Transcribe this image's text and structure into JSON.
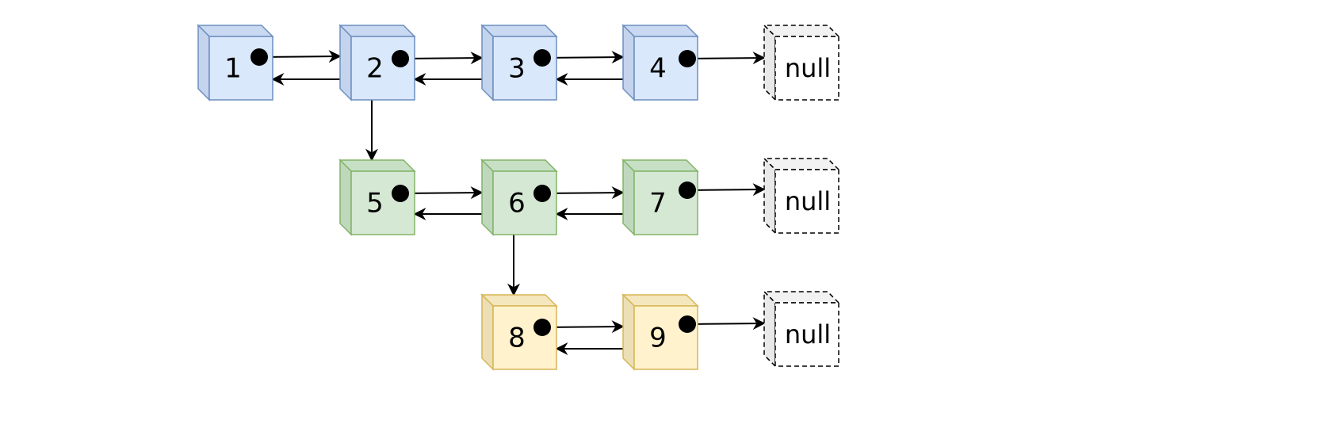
{
  "palette": {
    "blue": {
      "front": "#dae8fc",
      "side": "#c4d4ec",
      "top": "#c9d9f1",
      "stroke": "#6c8ebf"
    },
    "green": {
      "front": "#d5e8d4",
      "side": "#bfd8bd",
      "top": "#c7e0c5",
      "stroke": "#82b366"
    },
    "yellow": {
      "front": "#fff2cc",
      "side": "#ecdfb6",
      "top": "#f4e6bd",
      "stroke": "#d6b656"
    },
    "null": {
      "front": "#ffffff",
      "side": "#e9e9e9",
      "top": "#f2f2f2",
      "stroke": "#000000"
    }
  },
  "nodes": [
    {
      "id": "n1",
      "label": "1",
      "color": "blue"
    },
    {
      "id": "n2",
      "label": "2",
      "color": "blue"
    },
    {
      "id": "n3",
      "label": "3",
      "color": "blue"
    },
    {
      "id": "n4",
      "label": "4",
      "color": "blue"
    },
    {
      "id": "null1",
      "label": "null",
      "color": "null"
    },
    {
      "id": "n5",
      "label": "5",
      "color": "green"
    },
    {
      "id": "n6",
      "label": "6",
      "color": "green"
    },
    {
      "id": "n7",
      "label": "7",
      "color": "green"
    },
    {
      "id": "null2",
      "label": "null",
      "color": "null"
    },
    {
      "id": "n8",
      "label": "8",
      "color": "yellow"
    },
    {
      "id": "n9",
      "label": "9",
      "color": "yellow"
    },
    {
      "id": "null3",
      "label": "null",
      "color": "null"
    }
  ],
  "links": [
    {
      "from": "n1",
      "to": "n2",
      "kind": "next"
    },
    {
      "from": "n2",
      "to": "n1",
      "kind": "prev"
    },
    {
      "from": "n2",
      "to": "n3",
      "kind": "next"
    },
    {
      "from": "n3",
      "to": "n2",
      "kind": "prev"
    },
    {
      "from": "n3",
      "to": "n4",
      "kind": "next"
    },
    {
      "from": "n4",
      "to": "n3",
      "kind": "prev"
    },
    {
      "from": "n4",
      "to": "null1",
      "kind": "next"
    },
    {
      "from": "n2",
      "to": "n5",
      "kind": "child"
    },
    {
      "from": "n5",
      "to": "n6",
      "kind": "next"
    },
    {
      "from": "n6",
      "to": "n5",
      "kind": "prev"
    },
    {
      "from": "n6",
      "to": "n7",
      "kind": "next"
    },
    {
      "from": "n7",
      "to": "n6",
      "kind": "prev"
    },
    {
      "from": "n7",
      "to": "null2",
      "kind": "next"
    },
    {
      "from": "n6",
      "to": "n8",
      "kind": "child"
    },
    {
      "from": "n8",
      "to": "n9",
      "kind": "next"
    },
    {
      "from": "n9",
      "to": "n8",
      "kind": "prev"
    },
    {
      "from": "n9",
      "to": "null3",
      "kind": "next"
    }
  ]
}
